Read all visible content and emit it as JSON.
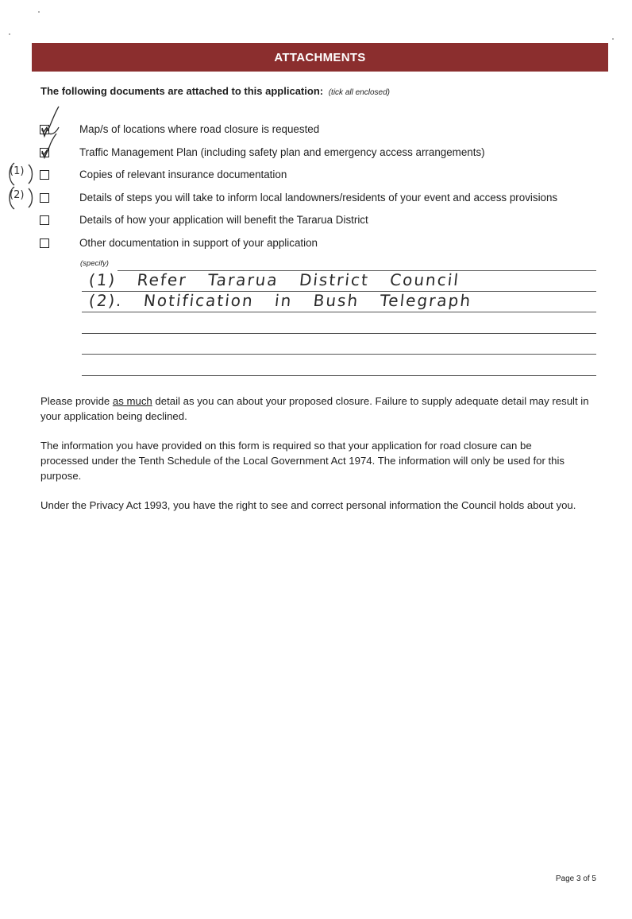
{
  "header": {
    "title": "ATTACHMENTS"
  },
  "intro": {
    "text": "The following documents are attached to this application:",
    "note": "(tick all enclosed)"
  },
  "items": [
    {
      "label": "Map/s of locations where road closure is requested",
      "checked": true,
      "margin_note": ""
    },
    {
      "label": "Traffic Management Plan (including safety plan and emergency access arrangements)",
      "checked": true,
      "margin_note": ""
    },
    {
      "label": "Copies of relevant insurance documentation",
      "checked": false,
      "margin_note": "(1)"
    },
    {
      "label": "Details of steps you will take to inform local landowners/residents of your event and access provisions",
      "checked": false,
      "margin_note": "(2)"
    },
    {
      "label": "Details of how your application will benefit the Tararua District",
      "checked": false,
      "margin_note": ""
    },
    {
      "label": "Other documentation in support of your application",
      "checked": false,
      "margin_note": ""
    }
  ],
  "specify": {
    "label": "(specify)",
    "lines": [
      "(1) Refer Tararua District Council",
      "(2). Notification in Bush Telegraph"
    ]
  },
  "paragraphs": {
    "p1_before": "Please provide ",
    "p1_emphasis": "as much",
    "p1_after": " detail as you can about your proposed closure. Failure to supply adequate detail may result in your application being declined.",
    "p2": "The information you have provided on this form is required so that your application for road closure can be processed under the Tenth Schedule of the Local Government Act 1974.  The information will only be used for this purpose.",
    "p3": "Under the Privacy Act 1993, you have the right to see and correct personal information the Council holds about you."
  },
  "footer": {
    "page": "Page 3 of 5"
  },
  "colors": {
    "header_bg": "#8b2e2e",
    "header_text": "#ffffff"
  }
}
